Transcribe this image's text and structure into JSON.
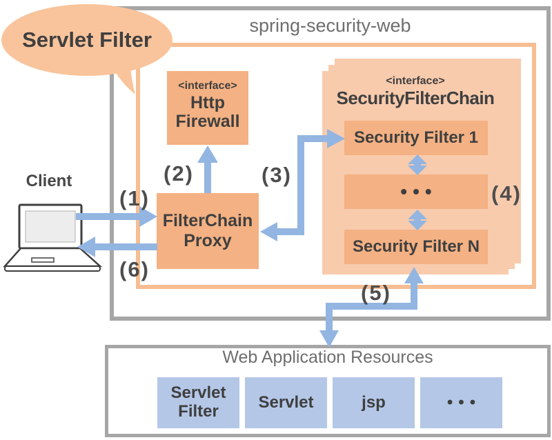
{
  "colors": {
    "orange_box": "#F4B183",
    "orange_panel": "#F8CBAD",
    "orange_border": "#F6BE92",
    "bubble_fill": "#F9C49C",
    "blue_arrow": "#93B5E1",
    "blue_box": "#B4C7E7",
    "gray_border": "#A6A6A6",
    "gray_text": "#6E6E6E",
    "dark_text": "#3F3F3F",
    "flow_label_text": "#4D4D4D"
  },
  "bubble": {
    "label": "Servlet Filter"
  },
  "module": {
    "title": "spring-security-web"
  },
  "client": {
    "label": "Client"
  },
  "http_firewall": {
    "stereotype": "<interface>",
    "name": "Http Firewall"
  },
  "filter_chain_proxy": {
    "name": "FilterChain Proxy"
  },
  "security_filter_chain": {
    "stereotype": "<interface>",
    "title": "SecurityFilterChain",
    "filters": [
      "Security Filter 1",
      "•••",
      "Security Filter N"
    ]
  },
  "flow_labels": [
    "(1)",
    "(2)",
    "(3)",
    "(4)",
    "(5)",
    "(6)"
  ],
  "web_app_resources": {
    "title": "Web Application Resources",
    "items": [
      "Servlet Filter",
      "Servlet",
      "jsp",
      "•••"
    ]
  }
}
